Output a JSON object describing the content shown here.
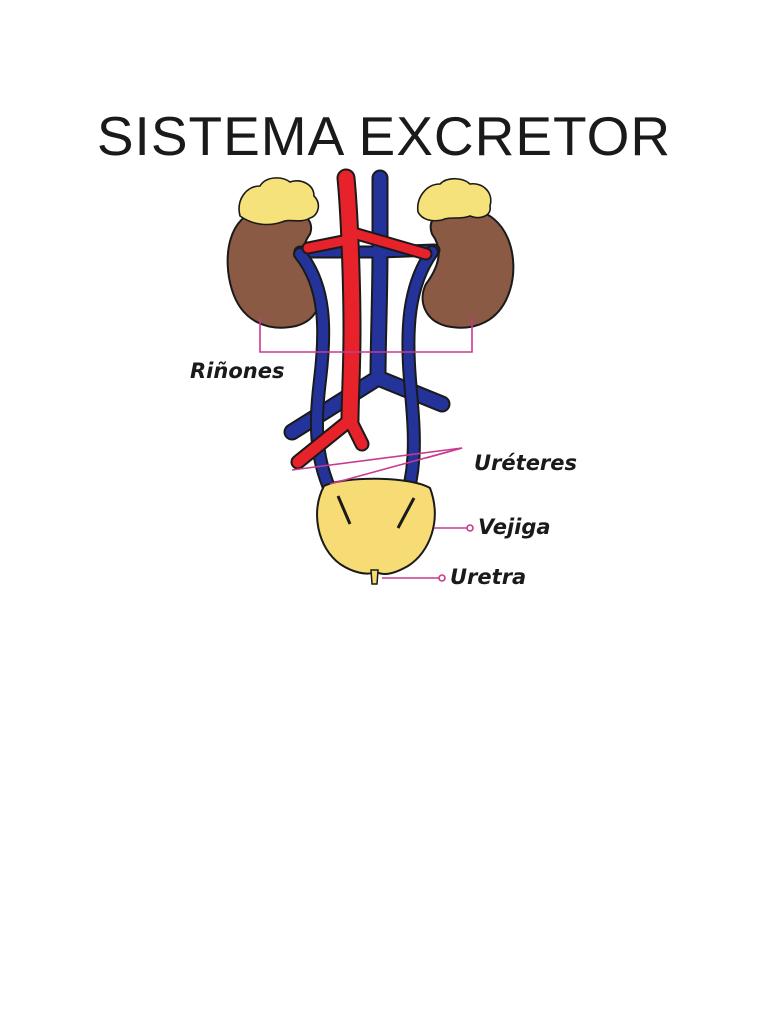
{
  "title": "SISTEMA EXCRETOR",
  "labels": {
    "kidneys": "Riñones",
    "ureters": "Uréteres",
    "bladder": "Vejiga",
    "urethra": "Uretra"
  },
  "colors": {
    "kidney": "#8b5a44",
    "adrenal_gland": "#f6e27a",
    "artery": "#e8222a",
    "vein": "#23339a",
    "bladder": "#f7dc76",
    "leader_line": "#c93a8f",
    "outline": "#1a1a1a"
  }
}
